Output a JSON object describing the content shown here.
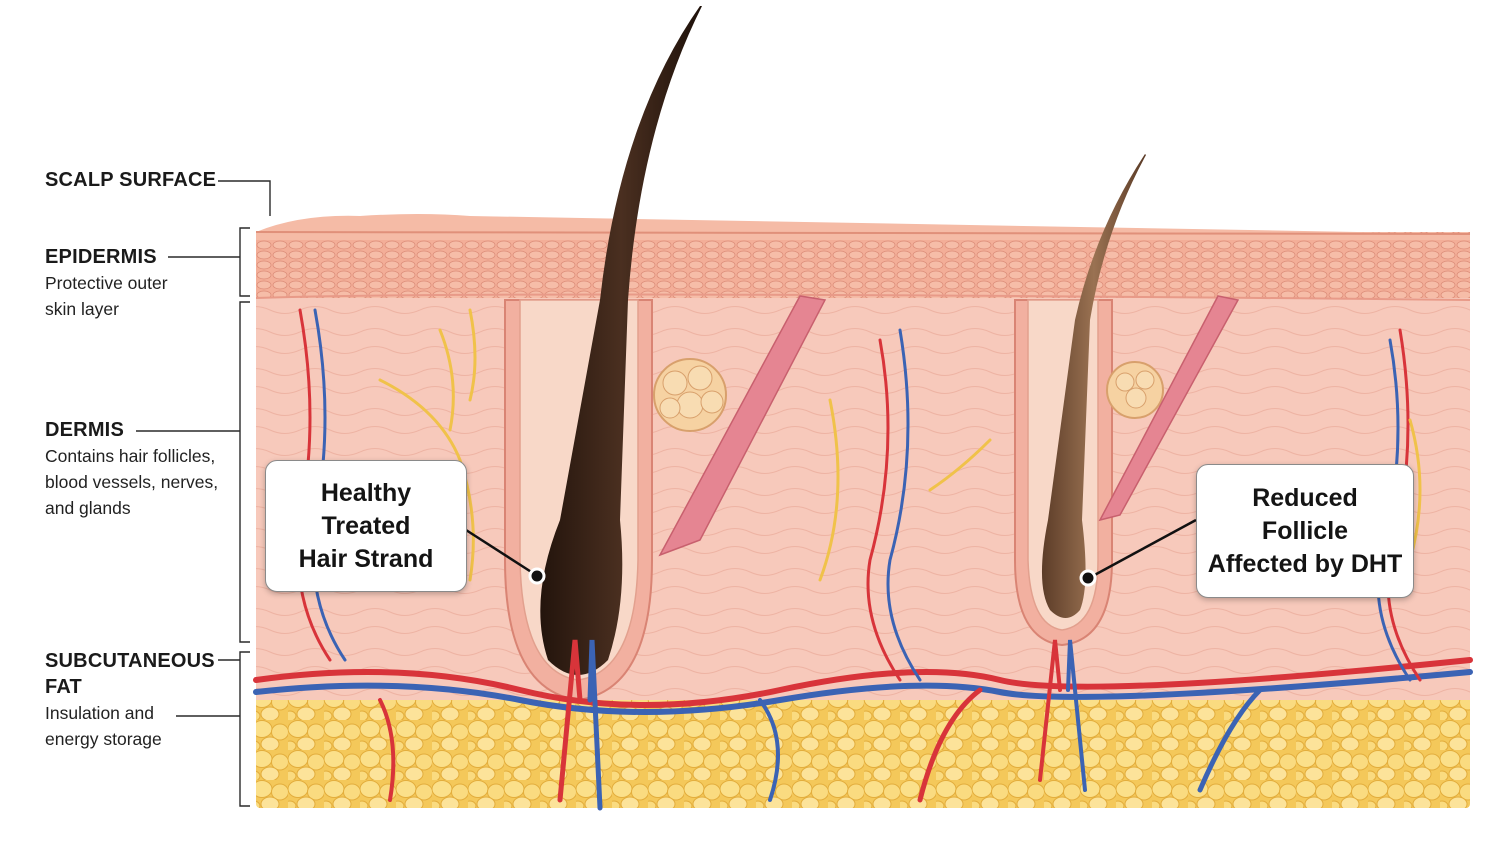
{
  "layers": {
    "scalp_surface": {
      "title": "SCALP SURFACE"
    },
    "epidermis": {
      "title": "EPIDERMIS",
      "description": "Protective outer\nskin layer"
    },
    "dermis": {
      "title": "DERMIS",
      "description": "Contains hair follicles,\nblood vessels, nerves,\nand glands"
    },
    "subcutaneous_fat": {
      "title": "SUBCUTANEOUS FAT",
      "description": "Insulation and\nenergy storage"
    }
  },
  "callouts": {
    "healthy": "Healthy\nTreated\nHair Strand",
    "reduced": "Reduced\nFollicle\nAffected by DHT"
  },
  "colors": {
    "dermis": "#f6c4b6",
    "epidermis": "#f2a995",
    "fat": "#f7d56e",
    "artery": "#d8343a",
    "vein": "#3b63b4",
    "nerve": "#f0c24a",
    "healthy_hair": "#3a2418",
    "thin_hair": "#8a6244"
  }
}
